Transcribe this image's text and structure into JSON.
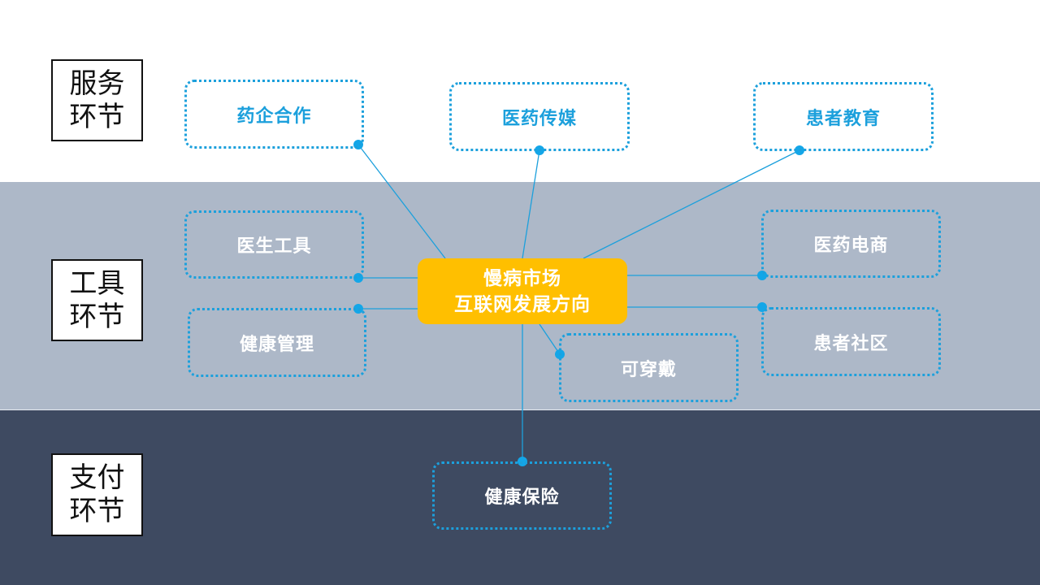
{
  "stages": {
    "service": {
      "line1": "服务",
      "line2": "环节"
    },
    "tool": {
      "line1": "工具",
      "line2": "环节"
    },
    "payment": {
      "line1": "支付",
      "line2": "环节"
    }
  },
  "center": {
    "line1": "慢病市场",
    "line2": "互联网发展方向"
  },
  "service_nodes": [
    "药企合作",
    "医药传媒",
    "患者教育"
  ],
  "tool_nodes": [
    "医生工具",
    "健康管理",
    "可穿戴",
    "医药电商",
    "患者社区"
  ],
  "payment_nodes": [
    "健康保险"
  ],
  "colors": {
    "accent": "#1ca0dc",
    "hub": "#ffbf00",
    "band_mid": "#adb8c8",
    "band_bottom": "#3e4a61"
  }
}
